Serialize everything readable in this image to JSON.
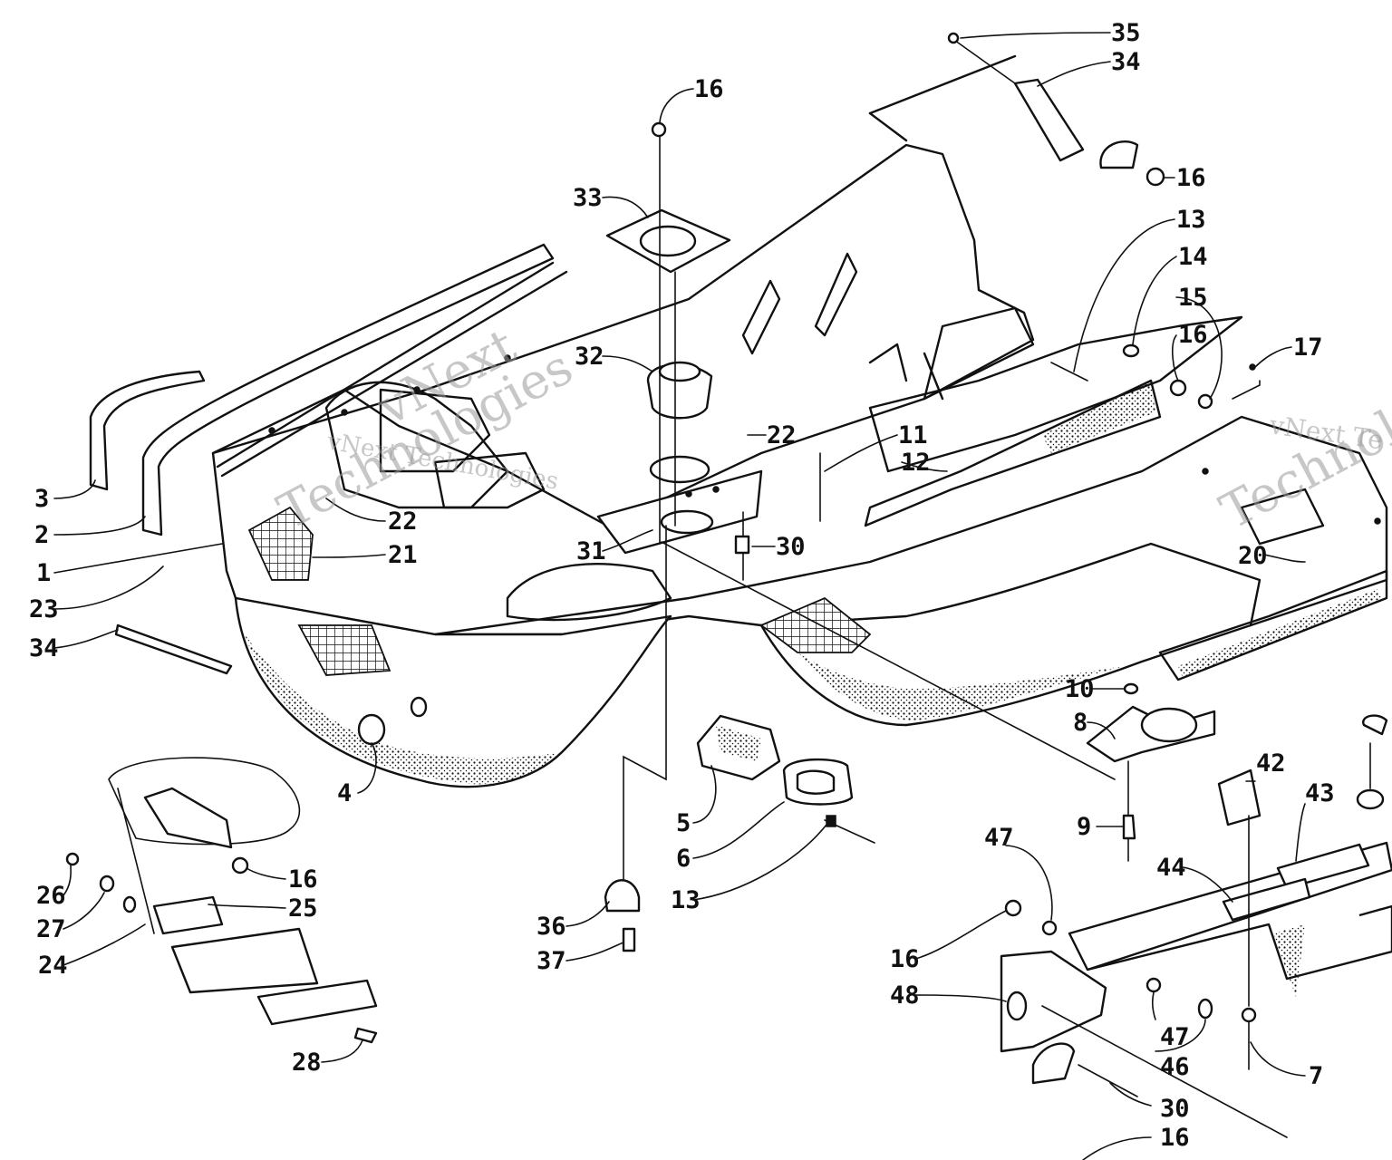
{
  "watermark": {
    "text_line1": "vNext",
    "text_line2": "Technologies",
    "text_full": "vNext Technologies",
    "text_right": "vNext Te"
  },
  "callouts": [
    {
      "label": "35"
    },
    {
      "label": "34"
    },
    {
      "label": "16"
    },
    {
      "label": "16"
    },
    {
      "label": "13"
    },
    {
      "label": "14"
    },
    {
      "label": "15"
    },
    {
      "label": "16"
    },
    {
      "label": "17"
    },
    {
      "label": "33"
    },
    {
      "label": "32"
    },
    {
      "label": "22"
    },
    {
      "label": "11"
    },
    {
      "label": "12"
    },
    {
      "label": "3"
    },
    {
      "label": "2"
    },
    {
      "label": "22"
    },
    {
      "label": "21"
    },
    {
      "label": "1"
    },
    {
      "label": "23"
    },
    {
      "label": "34"
    },
    {
      "label": "31"
    },
    {
      "label": "30"
    },
    {
      "label": "20"
    },
    {
      "label": "10"
    },
    {
      "label": "8"
    },
    {
      "label": "9"
    },
    {
      "label": "4"
    },
    {
      "label": "5"
    },
    {
      "label": "6"
    },
    {
      "label": "13"
    },
    {
      "label": "42"
    },
    {
      "label": "43"
    },
    {
      "label": "44"
    },
    {
      "label": "47"
    },
    {
      "label": "16"
    },
    {
      "label": "48"
    },
    {
      "label": "47"
    },
    {
      "label": "46"
    },
    {
      "label": "7"
    },
    {
      "label": "30"
    },
    {
      "label": "16"
    },
    {
      "label": "36"
    },
    {
      "label": "37"
    },
    {
      "label": "16"
    },
    {
      "label": "25"
    },
    {
      "label": "26"
    },
    {
      "label": "27"
    },
    {
      "label": "24"
    },
    {
      "label": "28"
    }
  ]
}
